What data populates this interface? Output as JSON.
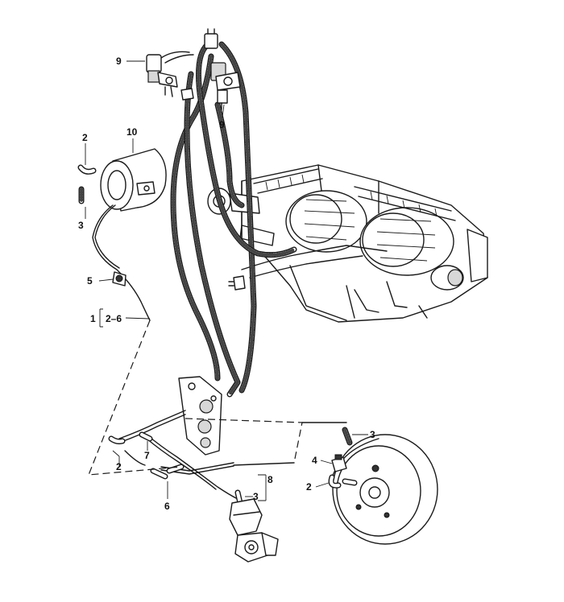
{
  "callouts": {
    "c9_top": "9",
    "c9_right": "9",
    "c10": "10",
    "c2_left": "2",
    "c3_left": "3",
    "c5": "5",
    "c1": "1",
    "c1_range": "2–6",
    "c7": "7",
    "c2_bottom": "2",
    "c6": "6",
    "c8": "8",
    "c3_bottom": "3",
    "c3_booster": "3",
    "c4": "4",
    "c2_booster": "2"
  }
}
